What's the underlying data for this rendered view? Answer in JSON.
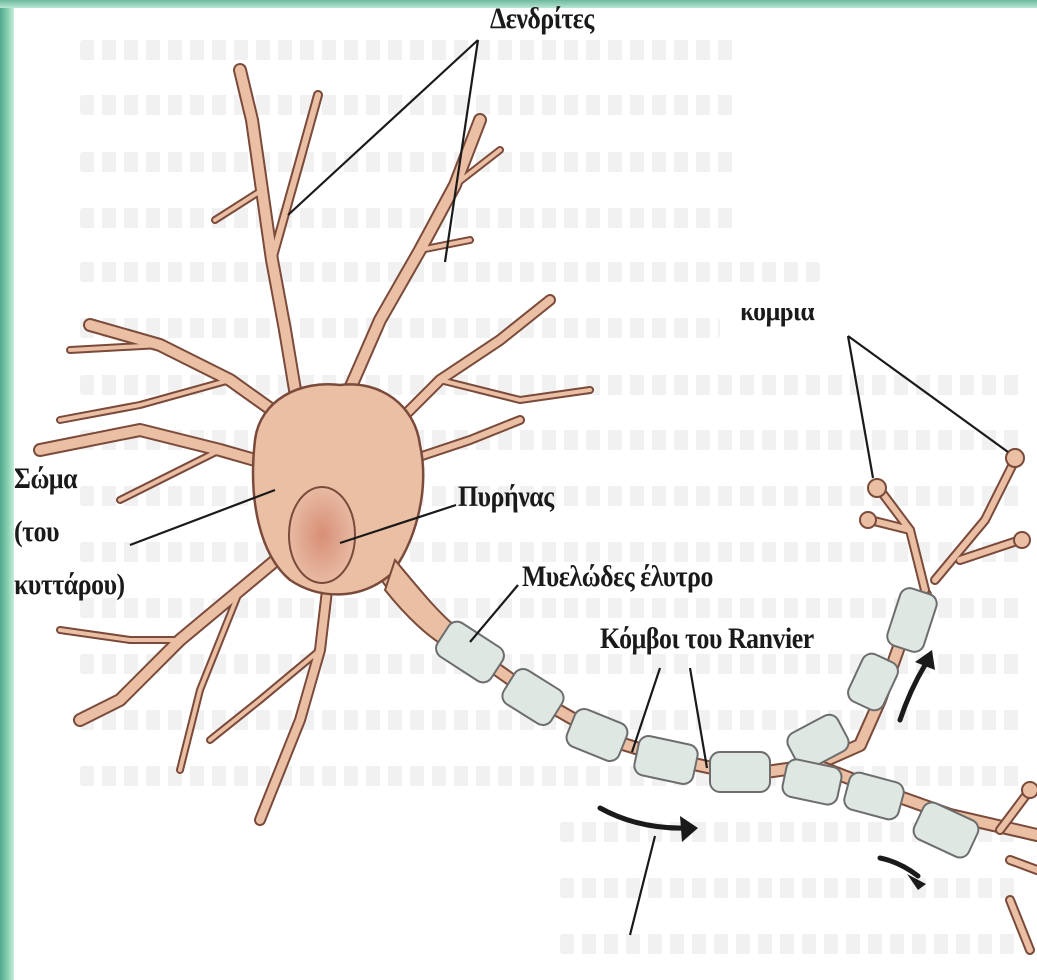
{
  "labels": {
    "dendrites": "Δενδρίτες",
    "soma_line1": "Σώμα",
    "soma_line2": "(του",
    "soma_line3": "κυττάρου)",
    "nucleus": "Πυρήνας",
    "myelin_sheath": "Μυελώδες έλυτρο",
    "nodes_of_ranvier": "Κόμβοι του Ranvier",
    "terminals_partial": "κομβία"
  },
  "colors": {
    "neuron_fill": "#eabfa4",
    "neuron_outline": "#7a4a3a",
    "nucleus_fill": "#dba287",
    "myelin_fill": "#dfe7e3",
    "myelin_outline": "#6d6d6d",
    "frame": "#6cb99e"
  },
  "icons": [
    "curved-arrow-icon"
  ]
}
